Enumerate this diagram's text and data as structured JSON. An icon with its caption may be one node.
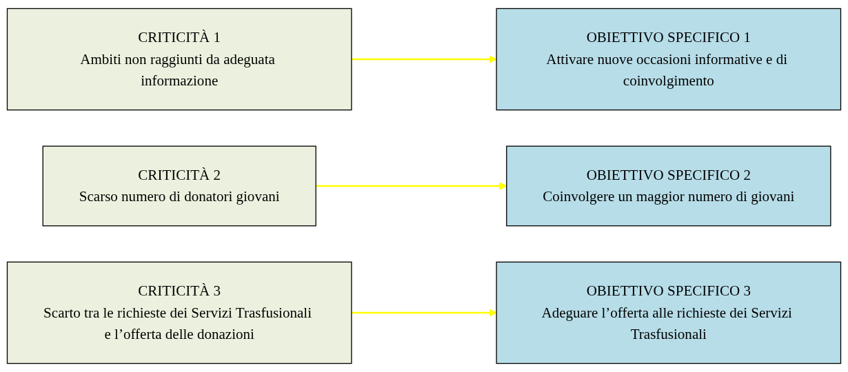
{
  "diagram": {
    "nodes": [
      {
        "text": [
          "CRITICITÀ 1",
          "Ambiti non raggiunti da adeguata informazione"
        ]
      },
      {
        "text": [
          "OBIETTIVO SPECIFICO 1",
          "Attivare nuove occasioni informative e di coinvolgimento"
        ]
      },
      {
        "text": [
          "CRITICITÀ 2",
          "Scarso numero di donatori giovani"
        ]
      },
      {
        "text": [
          "OBIETTIVO SPECIFICO 2",
          "Coinvolgere un maggior numero di giovani"
        ]
      },
      {
        "text": [
          "CRITICITÀ 3",
          "Scarto tra le richieste dei Servizi Trasfusionali e l’offerta delle donazioni"
        ]
      },
      {
        "text": [
          "OBIETTIVO SPECIFICO 3",
          "Adeguare l’offerta alle richieste dei Servizi Trasfusionali"
        ]
      }
    ],
    "edges": [
      {
        "from": 0,
        "to": 1,
        "arrow": "to",
        "color": "#ffff00"
      },
      {
        "from": 2,
        "to": 3,
        "arrow": "to",
        "color": "#ffff00"
      },
      {
        "from": 4,
        "to": 5,
        "arrow": "to",
        "color": "#ffff00"
      }
    ]
  }
}
